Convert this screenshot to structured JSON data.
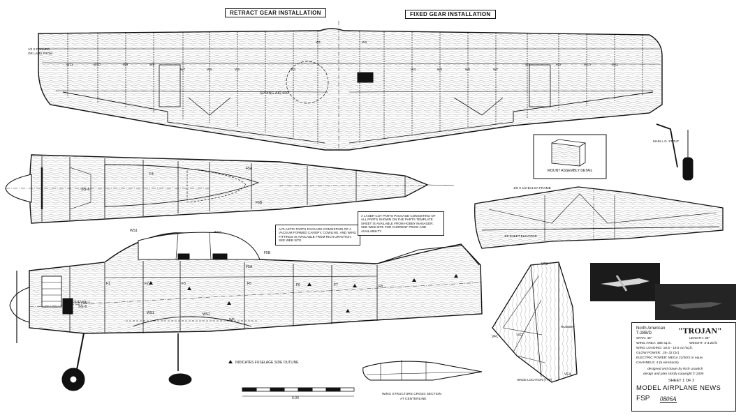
{
  "headers": {
    "retract": "RETRACT GEAR INSTALLATION",
    "fixed": "FIXED GEAR INSTALLATION",
    "mount_detail": "MOUNT ASSEMBLY DETAIL",
    "wing_section": "WING STRUCTURE CROSS SECTION",
    "wing_section_sub": "AT CENTERLINE",
    "fuselage_legend": "INDICATES FUSELAGE SIDE OUTLINE"
  },
  "notes": {
    "canopy": "A PLASTIC PARTS PACKAGE CONSISTING OF A VACUUM FORMED CANOPY, COWLING, AND WING FITTINGS IS AVAILABLE FROM RICH URAVITCH. SEE WEB SITE",
    "laser": "A LASER CUT PARTS PACKAGE CONSISTING OF ALL PARTS SHOWN ON THE PARTS TEMPLATE SHEET IS AVAILABLE FROM HOBBY MANAGER. SEE WEB SITE FOR CURRENT PRICE AND AVAILABILITY"
  },
  "labels": {
    "wing": [
      "W1",
      "W2",
      "W3",
      "W4",
      "W5",
      "W6",
      "W7",
      "W8",
      "W9",
      "W10",
      "W11"
    ],
    "formers_top": [
      "F4",
      "F5A",
      "F5B",
      "WS1",
      "WS2"
    ],
    "formers_side": [
      "F1",
      "F2",
      "F3",
      "F5",
      "F6",
      "F7",
      "F8",
      "F5A",
      "F5B",
      "WS1",
      "WS2",
      "WF"
    ],
    "firewall": "FIREWALL",
    "ss6_top": "SS-6",
    "ss6_side": "SS-6",
    "spring_air": "SPRING AIR 600",
    "elevator": "3/8 SHEET ELEVATOR",
    "stab_frame": "1/8 X 1/2 BALSA FRAME",
    "rudder": "RUDDER",
    "vf": [
      "VF1",
      "VF2",
      "VF3",
      "VF4"
    ],
    "hinge": "HINGE LOCATION (TYP)",
    "strut": "MAIN L.G. STRUT",
    "scale_value": "6.00"
  },
  "title_block": {
    "make": "North American",
    "model": "T-28B/D",
    "name": "\"TROJAN\"",
    "span": "SPAN: 48\"",
    "length": "LENGTH: 38\"",
    "wing_area": "WING AREA: 386 sq.in.",
    "weight": "WEIGHT: 3-3.25 lb",
    "wing_loading": "WING LOADING: 18.5 - 19.5 oz./sq.ft.",
    "glow_power": "GLOW POWER: .25-.32 (2c)",
    "electric_power": "ELECTRIC POWER: MEGA 22/30/3 or equiv",
    "channels": "CHANNELS: 4 (5 w/retracts)",
    "designer": "designed and drawn by Rich Uravitch",
    "copyright": "design and plan strictly copyright © 2005",
    "sheet": "SHEET 1 OF 2",
    "publisher": "MODEL AIRPLANE NEWS",
    "fsp_label": "FSP",
    "fsp_number": "0806A"
  }
}
